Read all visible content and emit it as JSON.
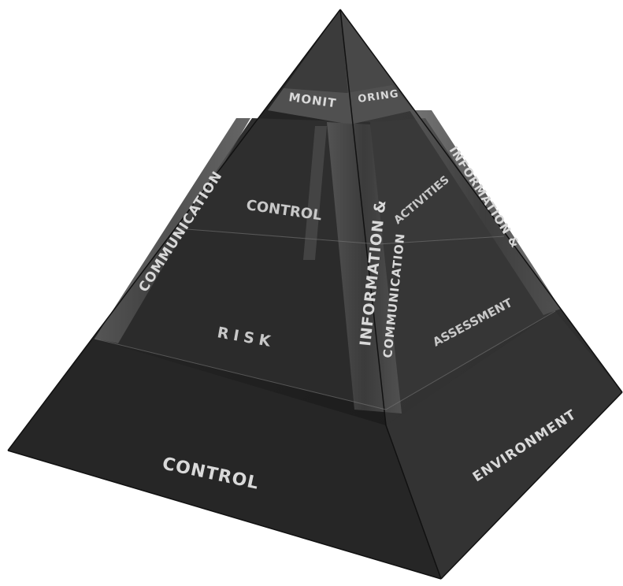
{
  "pyramid": {
    "monitoring_left": "MONIT",
    "monitoring_right": "ORING",
    "communication_left": "COMMUNICATION",
    "control_activities_left": "CONTROL",
    "control_activities_right": "ACTIVITIES",
    "info_comm_center_line1": "INFORMATION &",
    "info_comm_center_line2": "COMMUNICATION",
    "info_right": "INFORMATION &",
    "risk_left": "RISK",
    "risk_right": "ASSESSMENT",
    "control_env_left": "CONTROL",
    "control_env_right": "ENVIRONMENT"
  }
}
